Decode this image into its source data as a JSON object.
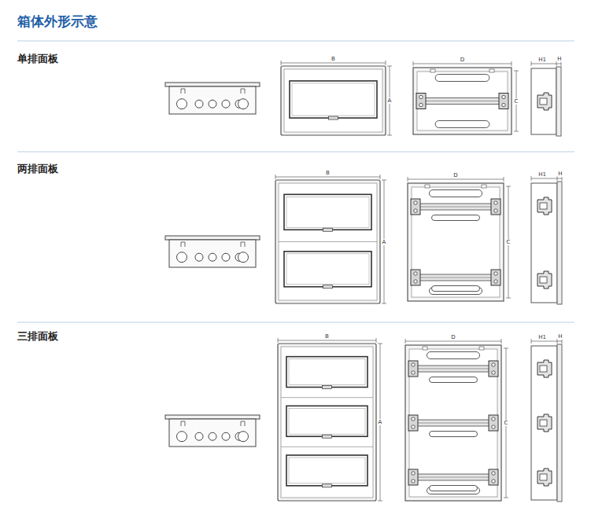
{
  "diagram": {
    "title": "箱体外形示意",
    "labels": [
      "单排面板",
      "B",
      "A",
      "D",
      "C",
      "H1",
      "H",
      "两排面板",
      "B",
      "A",
      "D",
      "C",
      "H1",
      "H",
      "三排面板",
      "B",
      "A",
      "D",
      "C",
      "H1",
      "H"
    ]
  }
}
